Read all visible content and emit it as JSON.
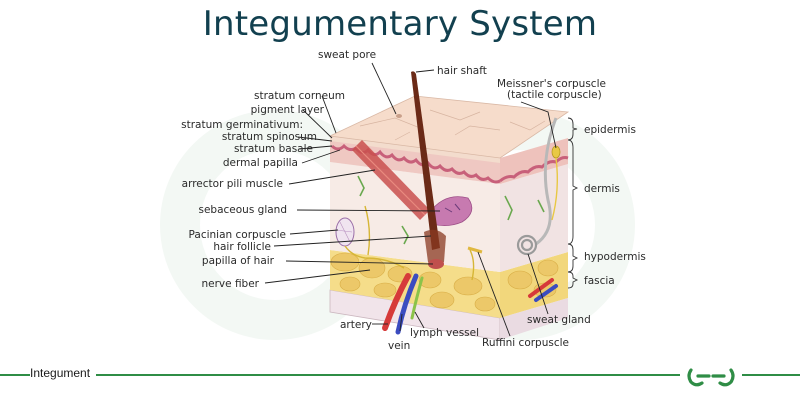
{
  "title": "Integumentary System",
  "footer": {
    "label": "Integument"
  },
  "colors": {
    "title": "#12404f",
    "accent": "#2f8d46"
  },
  "logo": {
    "icon": "geeksforgeeks-logo-icon"
  },
  "labels": {
    "sweat_pore": "sweat pore",
    "hair_shaft": "hair shaft",
    "meissner": "Meissner's corpuscle",
    "meissner_sub": "(tactile corpuscle)",
    "stratum_corneum": "stratum corneum",
    "pigment_layer": "pigment layer",
    "stratum_germinativum": "stratum germinativum:",
    "stratum_spinosum": "stratum spinosum",
    "stratum_basale": "stratum basale",
    "dermal_papilla": "dermal papilla",
    "arrector_pili": "arrector pili muscle",
    "sebaceous_gland": "sebaceous gland",
    "pacinian": "Pacinian corpuscle",
    "hair_follicle": "hair follicle",
    "papilla_of_hair": "papilla of hair",
    "nerve_fiber": "nerve fiber",
    "artery": "artery",
    "vein": "vein",
    "lymph_vessel": "lymph vessel",
    "ruffini": "Ruffini corpuscle",
    "sweat_gland": "sweat gland",
    "epidermis": "epidermis",
    "dermis": "dermis",
    "hypodermis": "hypodermis",
    "fascia": "fascia"
  }
}
